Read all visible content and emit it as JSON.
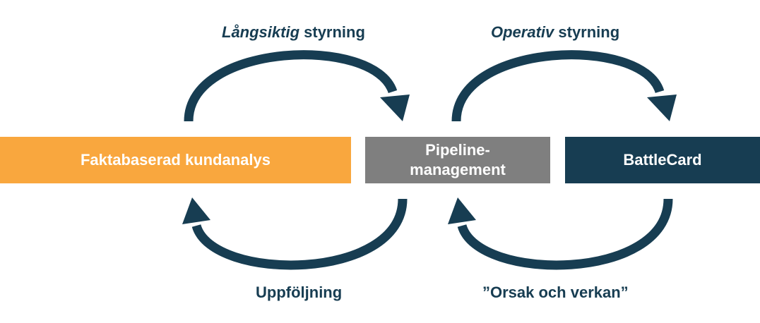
{
  "diagram": {
    "boxes": {
      "left": {
        "label": "Faktabaserad kundanalys",
        "color": "#f9a73e"
      },
      "middle": {
        "line1": "Pipeline-",
        "line2": "management",
        "color": "#7f7f7f"
      },
      "right": {
        "label": "BattleCard",
        "color": "#173d52"
      }
    },
    "labels": {
      "top_left": {
        "emphasis": "Långsiktig",
        "rest": " styrning"
      },
      "top_right": {
        "emphasis": "Operativ",
        "rest": " styrning"
      },
      "bottom_left": "Uppföljning",
      "bottom_right": "”Orsak och verkan”"
    },
    "arrow_color": "#173d52"
  }
}
